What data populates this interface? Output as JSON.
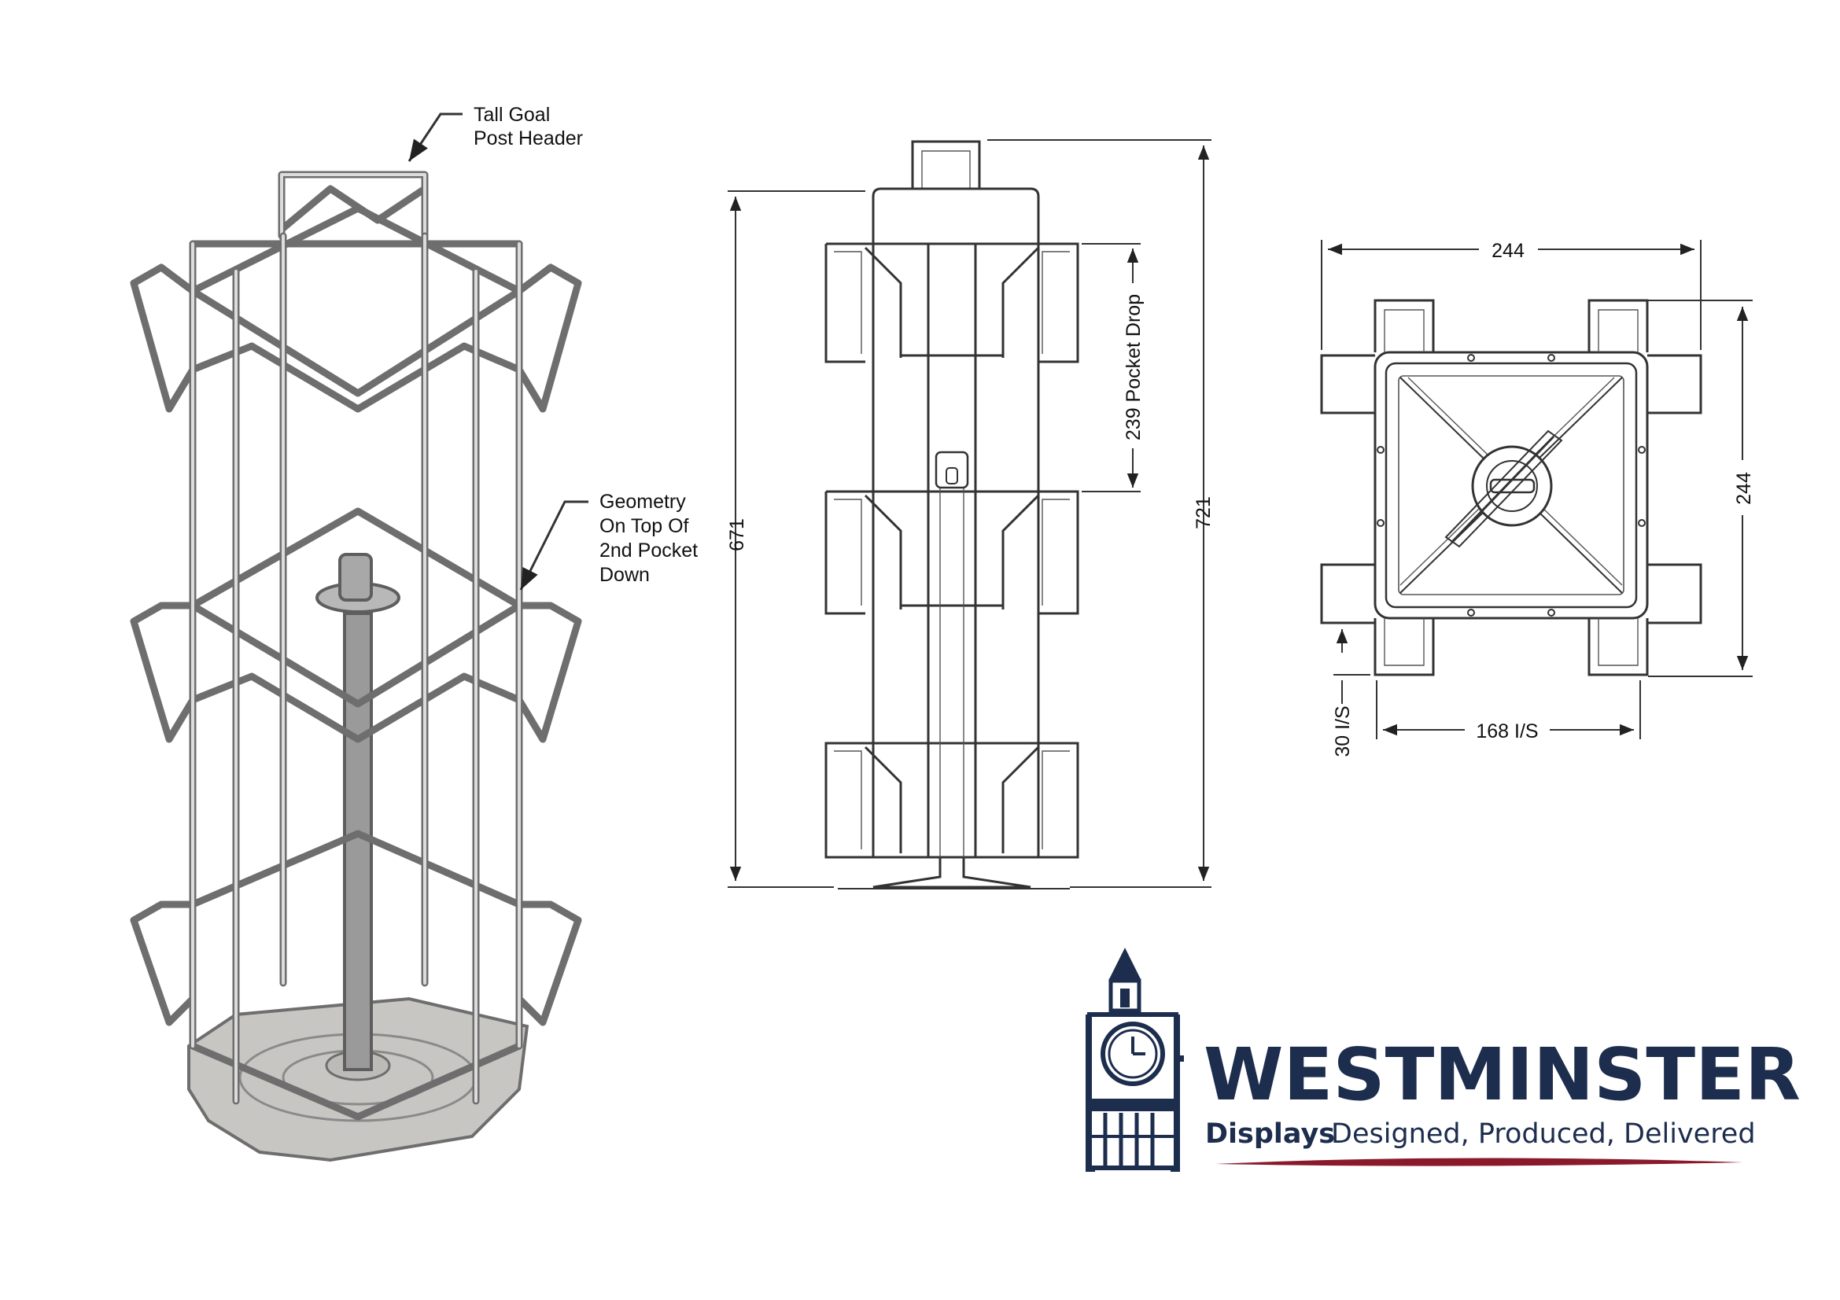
{
  "labels": {
    "callout_header": [
      "Tall Goal",
      "Post Header"
    ],
    "callout_geometry": [
      "Geometry",
      "On Top Of",
      "2nd Pocket",
      "Down"
    ]
  },
  "dimensions": {
    "front_height": "671",
    "overall_height": "721",
    "pocket_drop": "239 Pocket Drop",
    "plan_width": "244",
    "plan_depth": "244",
    "inner_spacing": "168 I/S",
    "side_spacing": "30 I/S"
  },
  "logo": {
    "brand": "WESTMINSTER",
    "brand_sub": "Displays",
    "tagline": "Designed, Produced, Delivered"
  },
  "colors": {
    "brand_navy": "#1d2d4e",
    "accent_red": "#8a1a2b",
    "wire": "#6e6e6e",
    "base": "#c8c6c2"
  }
}
